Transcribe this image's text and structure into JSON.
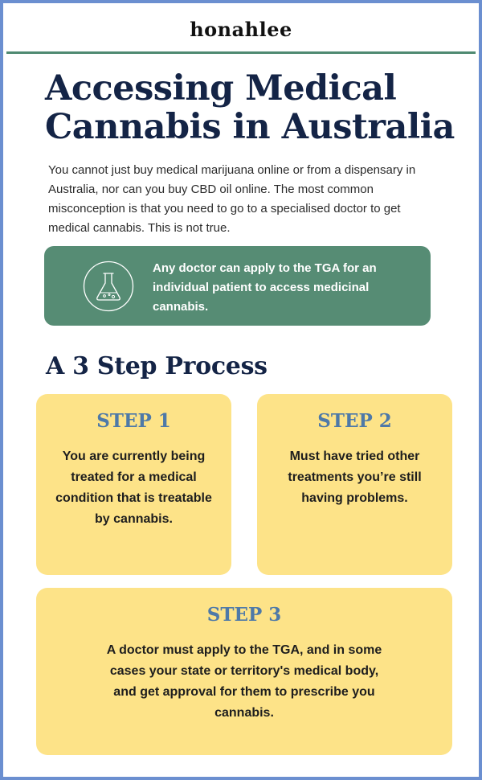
{
  "brand": {
    "name": "honahlee"
  },
  "header": {
    "title": "Accessing Medical Cannabis in Australia"
  },
  "intro": {
    "text": "You cannot just buy medical marijuana online or from a dispensary in Australia, nor can you buy CBD oil online. The most common misconception is that you need to go to a specialised doctor to get medical cannabis. This is not true."
  },
  "callout": {
    "icon": "flask-icon",
    "text": "Any doctor can apply to the TGA for an individual patient to access medicinal cannabis."
  },
  "process": {
    "title": "A 3 Step Process",
    "steps": [
      {
        "label": "STEP 1",
        "text": "You are currently being treated for a medical condition that is treatable by cannabis."
      },
      {
        "label": "STEP 2",
        "text": "Must have tried other treatments you’re still having problems."
      },
      {
        "label": "STEP 3",
        "text": "A doctor must apply to the TGA, and in some cases your state or territory's medical body, and get approval for them to prescribe you cannabis."
      }
    ]
  },
  "colors": {
    "frame": "#6b8fd0",
    "accent_green": "#568c74",
    "title_navy": "#142446",
    "card_yellow": "#fde388",
    "step_blue": "#4e79a8"
  }
}
